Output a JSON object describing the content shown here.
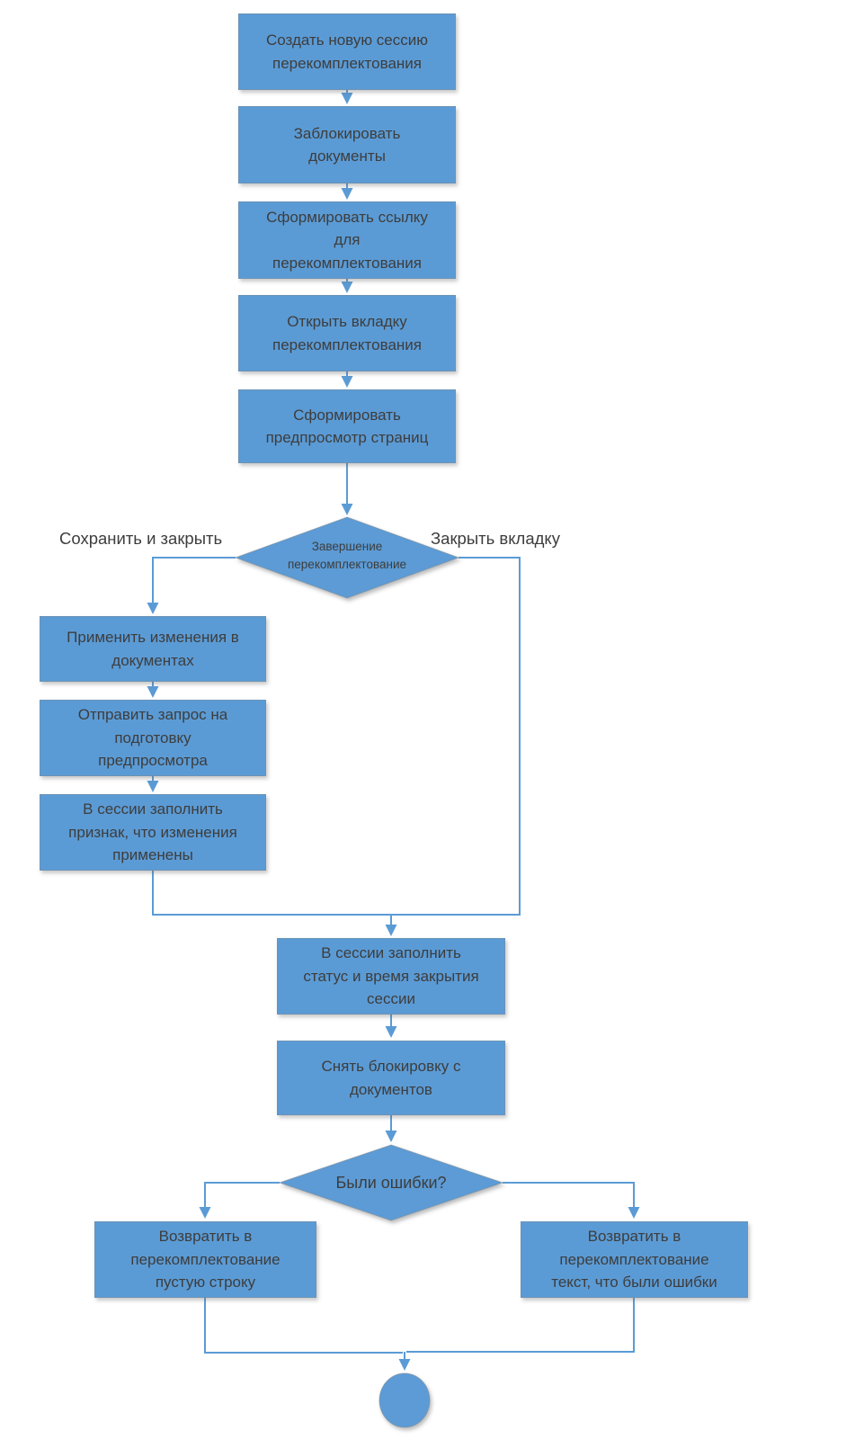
{
  "colors": {
    "shape_fill": "#5b9bd5",
    "line": "#5b9bd5",
    "text": "#3d3d3d",
    "background": "#ffffff"
  },
  "nodes": [
    {
      "id": "create-session",
      "shape": "rect",
      "label": "Создать новую сессию\nперекомплектования"
    },
    {
      "id": "lock-documents",
      "shape": "rect",
      "label": "Заблокировать\nдокументы"
    },
    {
      "id": "form-link",
      "shape": "rect",
      "label": "Сформировать ссылку\nдля\nперекомплектования"
    },
    {
      "id": "open-tab",
      "shape": "rect",
      "label": "Открыть вкладку\nперекомплектования"
    },
    {
      "id": "form-preview",
      "shape": "rect",
      "label": "Сформировать\nпредпросмотр страниц"
    },
    {
      "id": "decision-finish",
      "shape": "diamond",
      "label": "Завершение\nперекомплектование"
    },
    {
      "id": "apply-changes",
      "shape": "rect",
      "label": "Применить изменения в\nдокументах"
    },
    {
      "id": "send-request",
      "shape": "rect",
      "label": "Отправить запрос на\nподготовку\nпредпросмотра"
    },
    {
      "id": "fill-flag",
      "shape": "rect",
      "label": "В сессии заполнить\nпризнак, что изменения\nприменены"
    },
    {
      "id": "fill-status",
      "shape": "rect",
      "label": "В сессии заполнить\nстатус и время закрытия\nсессии"
    },
    {
      "id": "unlock-documents",
      "shape": "rect",
      "label": "Снять блокировку с\nдокументов"
    },
    {
      "id": "decision-errors",
      "shape": "diamond",
      "label": "Были ошибки?"
    },
    {
      "id": "return-empty",
      "shape": "rect",
      "label": "Возвратить в\nперекомплектование\nпустую строку"
    },
    {
      "id": "return-error",
      "shape": "rect",
      "label": "Возвратить в\nперекомплектование\nтекст, что были ошибки"
    },
    {
      "id": "end",
      "shape": "circle",
      "label": ""
    }
  ],
  "edges": [
    {
      "from": "create-session",
      "to": "lock-documents"
    },
    {
      "from": "lock-documents",
      "to": "form-link"
    },
    {
      "from": "form-link",
      "to": "open-tab"
    },
    {
      "from": "open-tab",
      "to": "form-preview"
    },
    {
      "from": "form-preview",
      "to": "decision-finish"
    },
    {
      "from": "decision-finish",
      "to": "apply-changes",
      "label": "Сохранить и закрыть"
    },
    {
      "from": "apply-changes",
      "to": "send-request"
    },
    {
      "from": "send-request",
      "to": "fill-flag"
    },
    {
      "from": "fill-flag",
      "to": "fill-status"
    },
    {
      "from": "decision-finish",
      "to": "fill-status",
      "label": "Закрыть вкладку"
    },
    {
      "from": "fill-status",
      "to": "unlock-documents"
    },
    {
      "from": "unlock-documents",
      "to": "decision-errors"
    },
    {
      "from": "decision-errors",
      "to": "return-empty"
    },
    {
      "from": "decision-errors",
      "to": "return-error"
    },
    {
      "from": "return-empty",
      "to": "end"
    },
    {
      "from": "return-error",
      "to": "end"
    }
  ]
}
